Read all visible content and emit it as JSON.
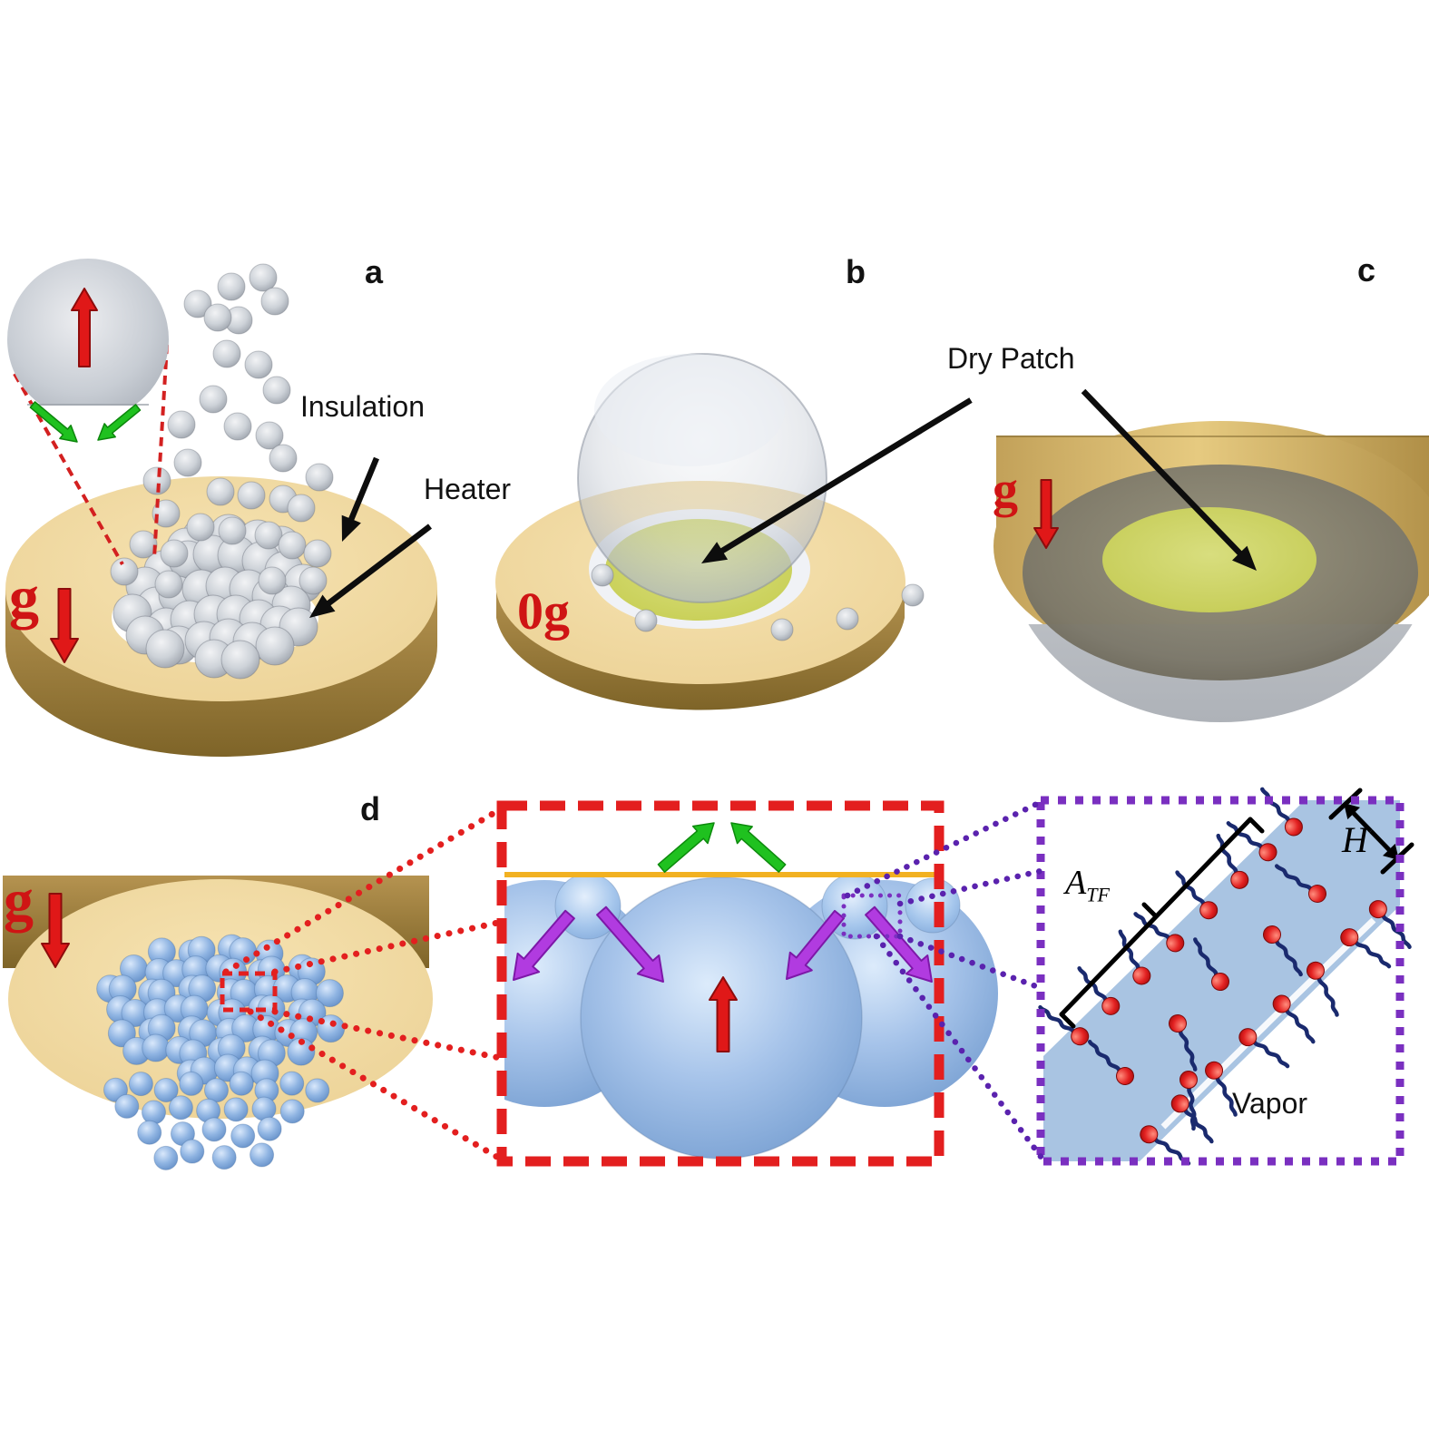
{
  "figure": {
    "type": "scientific-diagram",
    "panels": {
      "a": {
        "label": "a",
        "insulation": "Insulation",
        "heater": "Heater",
        "gravity": "g"
      },
      "b": {
        "label": "b",
        "gravity": "0g",
        "dry_patch": "Dry Patch"
      },
      "c": {
        "label": "c",
        "gravity": "g"
      },
      "d": {
        "label": "d",
        "gravity": "g"
      }
    },
    "thin_film_inset": {
      "area_label_base": "A",
      "area_label_sub": "TF",
      "thickness_label": "H",
      "vapor": "Vapor"
    },
    "colors": {
      "heater_top": "#f0d9a2",
      "heater_side": "#a8893f",
      "dry_patch": "#ccd45e",
      "bubble_gray": "#b9bec6",
      "bubble_blue": "#85aede",
      "liquid_film": "#a9c4e2",
      "heater_line": "#f2b121",
      "gravity_red": "#e01818",
      "evaporation_green": "#1fc11f",
      "capillary_purple": "#b13be0",
      "callout_red": "#e31f1f",
      "callout_purple": "#7a2fc0",
      "callout_purple_dots": "#5a22ae",
      "surfactant_head": "#e02020",
      "surfactant_tail": "#1a2a6e",
      "annotation_black": "#0d0d0d"
    }
  }
}
